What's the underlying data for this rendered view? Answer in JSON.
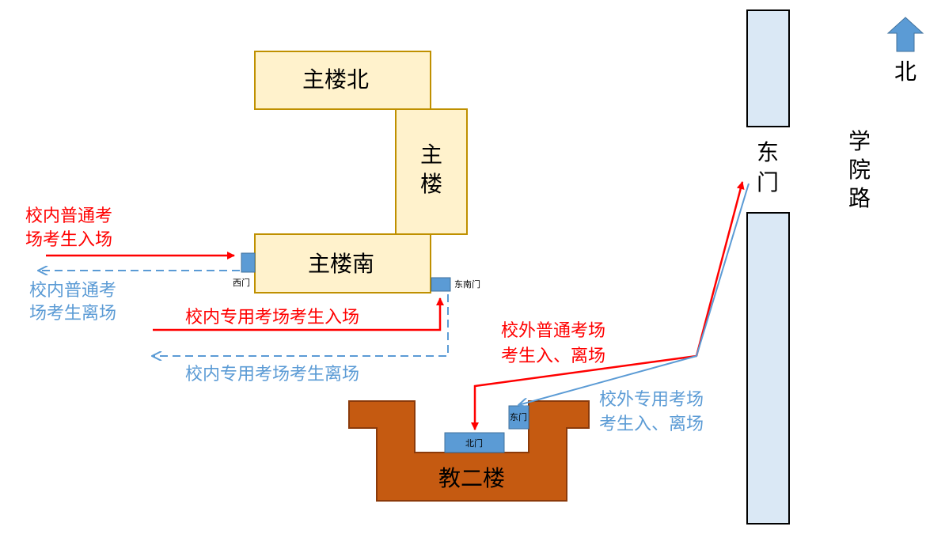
{
  "buildings": {
    "main_north": "主楼北",
    "main_line1": "主",
    "main_line2": "楼",
    "main_south": "主楼南",
    "teaching_two": "教二楼"
  },
  "gates": {
    "west_gate": "西门",
    "southeast_gate": "东南门",
    "north_gate": "北门",
    "east_gate_small": "东门",
    "campus_east_gate_line1": "东",
    "campus_east_gate_line2": "门"
  },
  "road": {
    "line1": "学",
    "line2": "院",
    "line3": "路"
  },
  "compass": {
    "label": "北"
  },
  "routes": {
    "internal_normal_enter_l1": "校内普通考",
    "internal_normal_enter_l2": "场考生入场",
    "internal_normal_leave_l1": "校内普通考",
    "internal_normal_leave_l2": "场考生离场",
    "internal_special_enter": "校内专用考场考生入场",
    "internal_special_leave": "校内专用考场考生离场",
    "external_normal_l1": "校外普通考场",
    "external_normal_l2": "考生入、离场",
    "external_special_l1": "校外专用考场",
    "external_special_l2": "考生入、离场"
  },
  "colors": {
    "red": "#ff0000",
    "blue": "#5b9bd5",
    "building_fill": "#fff2cc",
    "building_stroke": "#bf9000",
    "brick_fill": "#c55a11",
    "gate_fill": "#5b9bd5",
    "road_fill": "#dae8f5"
  }
}
